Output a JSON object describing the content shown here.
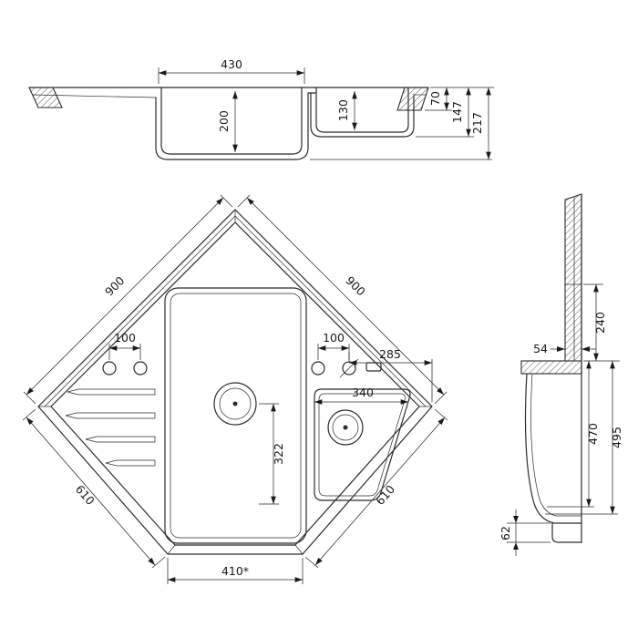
{
  "drawing": {
    "line_color": "#2b2b2b",
    "front_view": {
      "d430": "430",
      "d200": "200",
      "d130": "130",
      "d70": "70",
      "d147": "147",
      "d217": "217"
    },
    "plan_view": {
      "d900_left": "900",
      "d900_right": "900",
      "d100_left": "100",
      "d100_right": "100",
      "d285": "285",
      "d340": "340",
      "d322": "322",
      "d610_left": "610",
      "d610_right": "610",
      "d410": "410*"
    },
    "side_view": {
      "d54": "54",
      "d240": "240",
      "d470": "470",
      "d495": "495",
      "d62": "62"
    }
  }
}
